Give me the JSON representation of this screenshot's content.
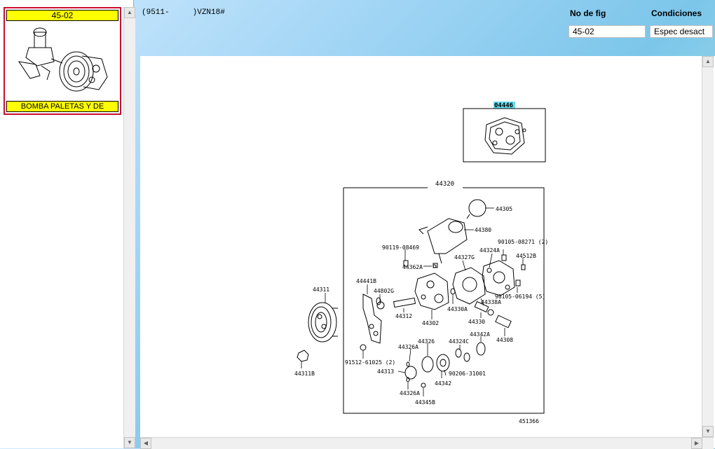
{
  "thumbnail": {
    "fig_number": "45-02",
    "caption": "BOMBA PALETAS Y DE"
  },
  "header": {
    "model_code": "(9511-     )VZN18#",
    "fig_label": "No de fig",
    "fig_value": "45-02",
    "conditions_label": "Condiciones",
    "conditions_value": "Espec desact"
  },
  "diagram": {
    "highlight_part": "04446",
    "group_part": "44320",
    "illustration_id": "451366",
    "labels": {
      "p44305": "44305",
      "p44380": "44380",
      "p90119_08469": "90119-08469",
      "p90105_08271": "90105-08271 (2)",
      "p44324A": "44324A",
      "p44512B": "44512B",
      "p44362A": "44362A",
      "p44327G": "44327G",
      "p44311": "44311",
      "p44441B": "44441B",
      "p44802G": "44802G",
      "p90105_06194": "90105-06194 (5)",
      "p44330A": "44330A",
      "p44338A": "44338A",
      "p44312": "44312",
      "p44302": "44302",
      "p44330": "44330",
      "p44308": "44308",
      "p44342A": "44342A",
      "p44326A_top": "44326A",
      "p44326": "44326",
      "p44324C": "44324C",
      "p91512_61025": "91512-61025 (2)",
      "p44313": "44313",
      "p90206_31001": "90206-31001",
      "p44342": "44342",
      "p44311B": "44311B",
      "p44326A_bot": "44326A",
      "p44345B": "44345B"
    }
  },
  "colors": {
    "highlight": "#66ddee",
    "thumb_border": "#c8102e",
    "thumb_band": "#ffff00"
  }
}
